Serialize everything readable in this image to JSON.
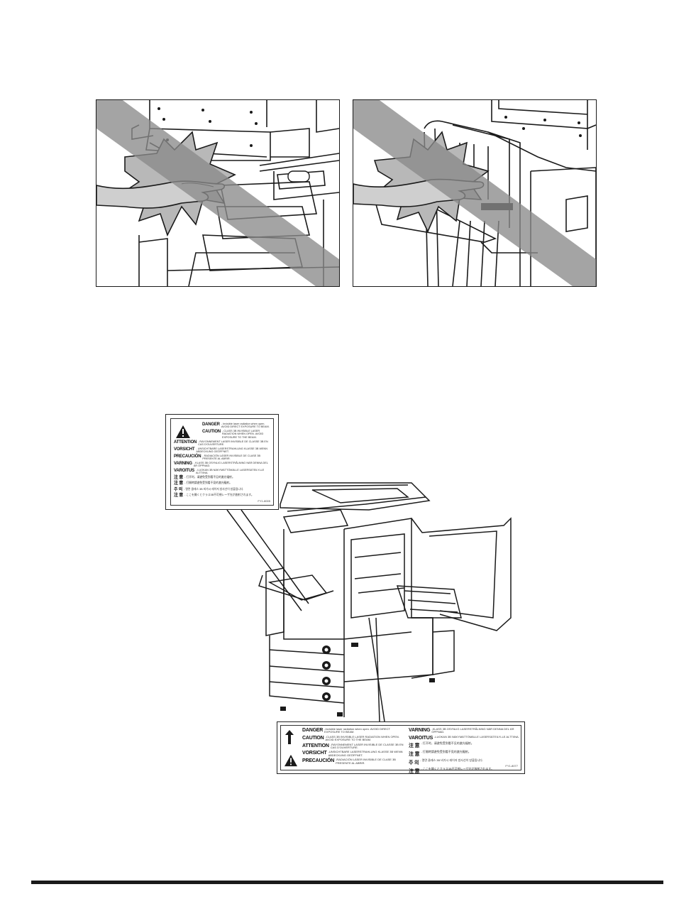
{
  "label_top": {
    "rows": [
      {
        "kw": "DANGER",
        "tx": "- Invisible laser radiation when open. AVOID DIRECT EXPOSURE TO BEAM."
      },
      {
        "kw": "CAUTION",
        "tx": "- CLASS 3B INVISIBLE LASER RADIATION WHEN OPEN. AVOID EXPOSURE TO THE BEAM."
      },
      {
        "kw": "ATTENTION",
        "tx": "- RAYONNEMENT LASER INVISIBLE DE CLASSE 3B EN CAS D'OUVERTURE."
      },
      {
        "kw": "VORSICHT",
        "tx": "- UNSICHTBARE LASERSTRAHLUNG KLASSE 3B WENN ABDECKUNG GEÖFFNET."
      },
      {
        "kw": "PRECAUCIÓN",
        "tx": "- RADIACIÓN LÁSER INVISIBLE DE CLASE 3B PRESENTE AL ABRIR."
      },
      {
        "kw": "VARNING",
        "tx": "- KLASS 3B OSYNLIG LASERSTRÅLNING NÄR DENNA DEL ÄR ÖPPNAD."
      },
      {
        "kw": "VAROITUS",
        "tx": "- LUOKAN 3B NÄKYMÄTTÖMÄLLE LASERSÄTEILYLLE ALTTIINA."
      },
      {
        "kw": "注 意",
        "tx": "- 打开时，请避免受到看不见的激光辐射。"
      },
      {
        "kw": "注 意",
        "tx": "- 打開時請避免受到看不見的激光輻射。"
      },
      {
        "kw": "주 의",
        "tx": "- 열면 클래스 3B 비가시 레이저 방사선이 방출됩니다."
      },
      {
        "kw": "注 意",
        "tx": "- ここを開くとクラス3B不可視レーザ光が放射されます。"
      }
    ],
    "code": "FY1-8005"
  },
  "label_bottom": {
    "left_rows": [
      {
        "kw": "DANGER",
        "tx": "-Invisible laser radiation when open. AVOID DIRECT EXPOSURE TO BEAM."
      },
      {
        "kw": "CAUTION",
        "tx": "-CLASS 3B INVISIBLE LASER RADIATION WHEN OPEN. AVOID EXPOSURE TO THE BEAM."
      },
      {
        "kw": "ATTENTION",
        "tx": "-RAYONNEMENT LASER INVISIBLE DE CLASSE 3B EN CAS D'OUVERTURE."
      },
      {
        "kw": "VORSICHT",
        "tx": "-UNSICHTBARE LASERSTRAHLUNG KLASSE 3B WENN ABDECKUNG GEÖFFNET."
      },
      {
        "kw": "PRECAUCIÓN",
        "tx": "-RADIACIÓN LÁSER INVISIBLE DE CLASE 3B PRESENTE AL ABRIR."
      }
    ],
    "right_rows": [
      {
        "kw": "VARNING",
        "tx": "-KLASS 3B OSYNLIG LASERSTRÅLNING NÄR DENNA DEL ÄR ÖPPNAD."
      },
      {
        "kw": "VAROITUS",
        "tx": "-LUOKAN 3B NÄKYMÄTTÖMÄLLE LASERSÄTEILYLLE ALTTIINA."
      },
      {
        "kw": "注 意",
        "tx": "- 打开时，请避免受到看不见的激光辐射。"
      },
      {
        "kw": "注 意",
        "tx": "- 打開時請避免受到看不見的激光輻射。"
      },
      {
        "kw": "주 의",
        "tx": "- 열면 클래스 3B 비가시 레이저 방사선이 방출됩니다."
      },
      {
        "kw": "注 意",
        "tx": "- ここを開くとクラス3B不可視レーザ光が放射されます。"
      }
    ],
    "code": "FY1-8077"
  },
  "colors": {
    "ink": "#1a1a1a",
    "prohibit_band": "#8a8a8a",
    "burst": "#b8b8b8"
  }
}
